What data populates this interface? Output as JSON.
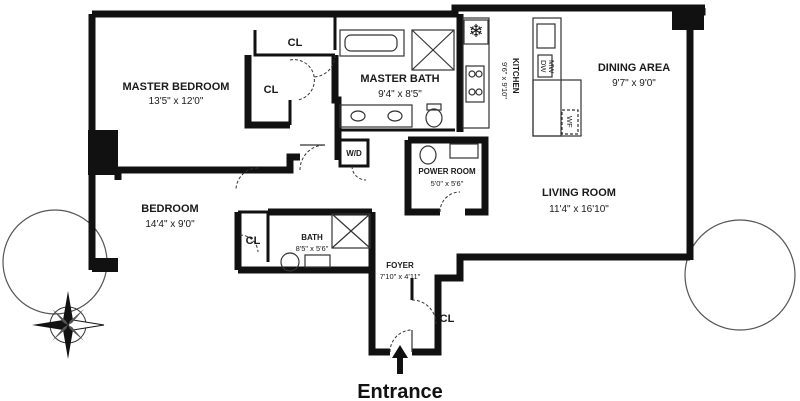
{
  "rooms": {
    "master_bedroom": {
      "name": "MASTER BEDROOM",
      "dims": "13'5\" x 12'0\""
    },
    "master_bath": {
      "name": "MASTER BATH",
      "dims": "9'4\" x 8'5\""
    },
    "kitchen": {
      "name": "KITCHEN",
      "dims": "9'6\" x 9'10\""
    },
    "dining_area": {
      "name": "DINING AREA",
      "dims": "9'7\" x 9'0\""
    },
    "living_room": {
      "name": "LIVING ROOM",
      "dims": "11'4\" x 16'10\""
    },
    "power_room": {
      "name": "POWER ROOM",
      "dims": "5'0\" x 5'6\""
    },
    "bedroom": {
      "name": "BEDROOM",
      "dims": "14'4\" x 9'0\""
    },
    "bath": {
      "name": "BATH",
      "dims": "8'5\" x 5'6\""
    },
    "foyer": {
      "name": "FOYER",
      "dims": "7'10\" x 4'11\""
    }
  },
  "closet_labels": {
    "cl_top": "CL",
    "cl_master": "CL",
    "cl_bedroom": "CL",
    "cl_foyer": "CL"
  },
  "appliance_labels": {
    "wd": "W/D",
    "dw": "DW",
    "mw": "MW",
    "wf": "WF"
  },
  "entrance_label": "Entrance",
  "icons": [
    "compass-rose-icon",
    "refrigerator-icon",
    "entrance-arrow-icon"
  ]
}
